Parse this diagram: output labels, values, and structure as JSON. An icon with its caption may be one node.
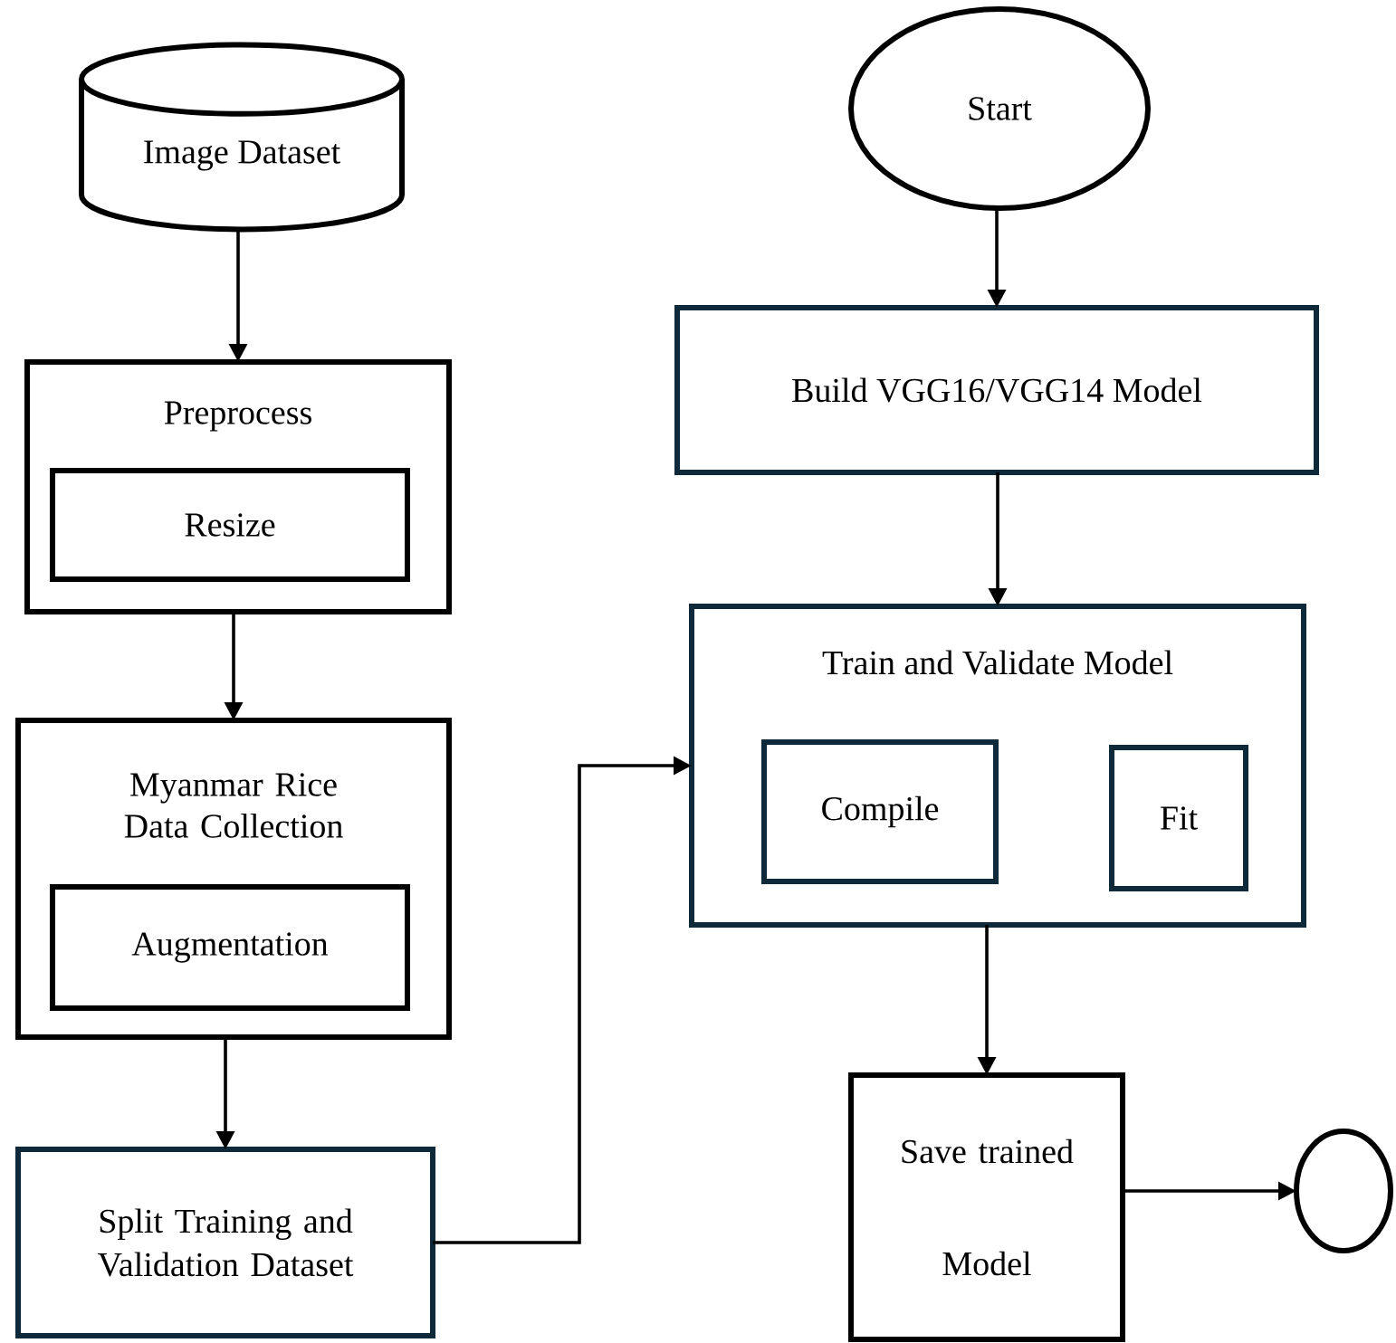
{
  "diagram": {
    "nodes": [
      {
        "text": [
          "Image Dataset"
        ]
      },
      {
        "text": [
          "Preprocess"
        ]
      },
      {
        "text": [
          "Resize"
        ],
        "in": 1
      },
      {
        "text": [
          "Myanmar Rice Data Collection"
        ]
      },
      {
        "text": [
          "Augmentation"
        ],
        "in": 3
      },
      {
        "text": [
          "Split Training and Validation Dataset"
        ]
      },
      {
        "text": [
          "Start"
        ]
      },
      {
        "text": [
          "Build VGG16/VGG14 Model"
        ]
      },
      {
        "text": [
          "Train and Validate Model"
        ]
      },
      {
        "text": [
          "Compile"
        ],
        "in": 8
      },
      {
        "text": [
          "Fit"
        ],
        "in": 8
      },
      {
        "text": [
          "Save trained Model"
        ]
      },
      {
        "text": [],
        "shape": "circle"
      }
    ],
    "edges": [
      {
        "from": 0,
        "to": 1,
        "arrow": "to"
      },
      {
        "from": 1,
        "to": 3,
        "arrow": "to"
      },
      {
        "from": 3,
        "to": 5,
        "arrow": "to"
      },
      {
        "from": 5,
        "to": 8,
        "arrow": "to"
      },
      {
        "from": 6,
        "to": 7,
        "arrow": "to"
      },
      {
        "from": 7,
        "to": 8,
        "arrow": "to"
      },
      {
        "from": 8,
        "to": 11,
        "arrow": "to"
      },
      {
        "from": 11,
        "to": 12,
        "arrow": "to"
      }
    ]
  }
}
